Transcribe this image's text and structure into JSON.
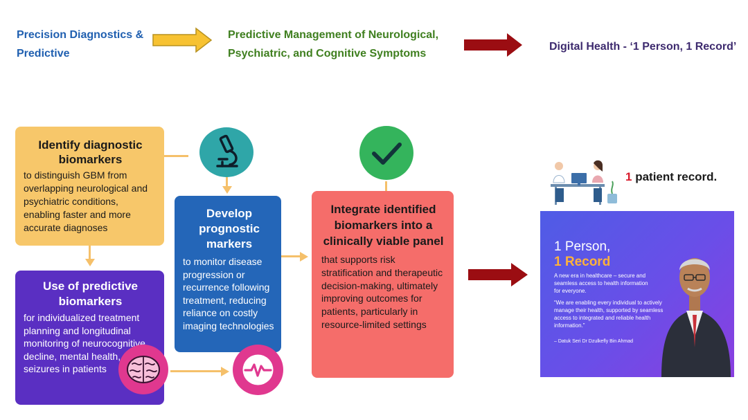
{
  "header": {
    "left_title": "Precision Diagnostics & Predictive",
    "middle_title": "Predictive Management of Neurological, Psychiatric, and Cognitive Symptoms",
    "right_title": "Digital Health - ‘1 Person, 1 Record’"
  },
  "steps": {
    "identify": {
      "title": "Identify diagnostic biomarkers",
      "body": "to distinguish GBM from overlapping neurological and psychiatric conditions, enabling faster and more accurate diagnoses"
    },
    "predictive": {
      "title": "Use of predictive biomarkers",
      "body": "for individualized treatment planning and longitudinal monitoring of neurocognitive decline, mental health, and seizures in patients"
    },
    "prognostic": {
      "title": "Develop prognostic markers",
      "body": "to monitor disease progression or recurrence following treatment, reducing reliance on costly imaging technologies"
    },
    "integrate": {
      "title": "Integrate identified biomarkers into a clinically viable panel",
      "body": "that supports risk stratification and therapeutic decision-making, ultimately improving outcomes for patients, particularly in resource-limited settings"
    }
  },
  "icons": {
    "microscope": "microscope-icon",
    "checkmark": "checkmark-icon",
    "brain": "brain-icon",
    "pulse": "heartbeat-icon",
    "clinic": "doctor-patient-illustration"
  },
  "record_caption": {
    "number": "1",
    "text": "patient record."
  },
  "promo": {
    "line1": "1 Person,",
    "line2": "1 Record",
    "subtitle": "A new era in healthcare – secure and seamless access to health information for everyone.",
    "quote": "“We are enabling every individual to actively manage their health, supported by seamless access to integrated and reliable health information.”",
    "attribution": "– Datuk Seri Dr Dzulkefly Bin Ahmad"
  },
  "colors": {
    "yellow_arrow": "#f7c232",
    "dark_red_arrow": "#9b0d12",
    "identify_box": "#f7c76a",
    "predictive_box": "#5a2fc2",
    "prognostic_box": "#2466b8",
    "integrate_box": "#f56d6a",
    "teal_circle": "#2fa6a8",
    "green_circle": "#34b45c",
    "magenta_circle": "#e0388f"
  }
}
